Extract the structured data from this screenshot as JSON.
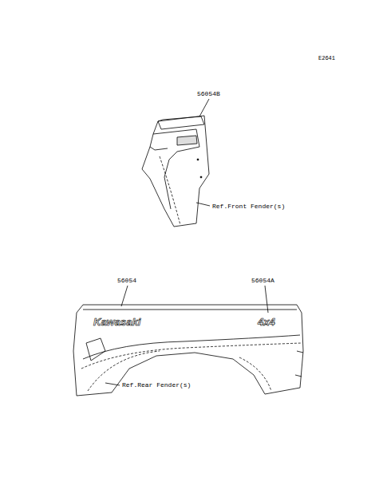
{
  "diagram": {
    "labels": [
      "E2641",
      "56054B",
      "Ref.Front Fender(s)",
      "56054",
      "56054A",
      "Kawasaki",
      "4x4",
      "Ref.Rear Fender(s)"
    ]
  }
}
